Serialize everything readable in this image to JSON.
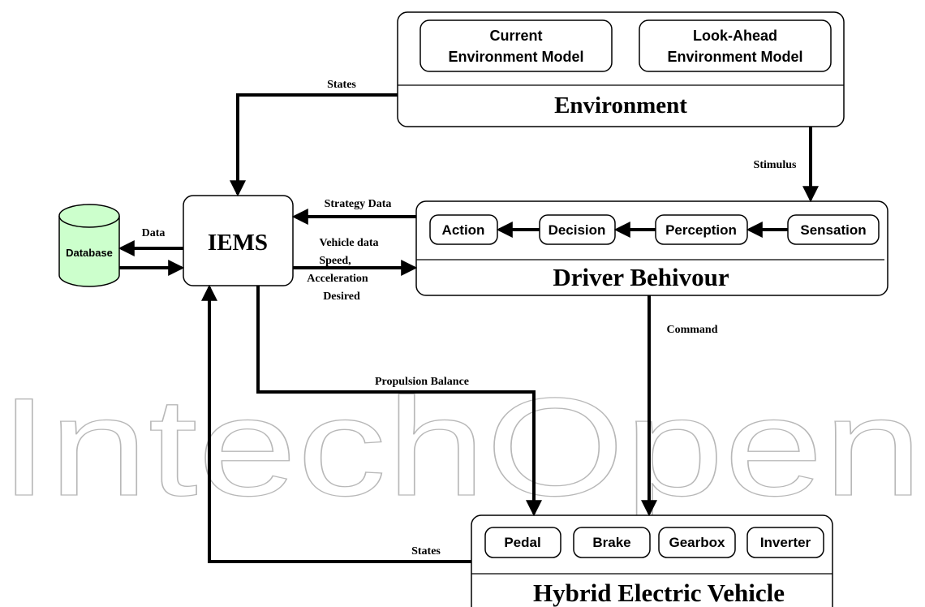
{
  "watermark": "IntechOpen",
  "environment": {
    "title": "Environment",
    "current_model": [
      "Current",
      "Environment Model"
    ],
    "lookahead_model": [
      "Look-Ahead",
      "Environment Model"
    ]
  },
  "driver": {
    "title": "Driver Behivour",
    "steps": [
      "Action",
      "Decision",
      "Perception",
      "Sensation"
    ]
  },
  "hev": {
    "title": "Hybrid Electric Vehicle",
    "parts": [
      "Pedal",
      "Brake",
      "Gearbox",
      "Inverter"
    ]
  },
  "iems": {
    "label": "IEMS"
  },
  "database": {
    "label": "Database"
  },
  "labels": {
    "states_top": "States",
    "stimulus": "Stimulus",
    "strategy_data": "Strategy Data",
    "data": "Data",
    "vehicle_data": [
      "Vehicle data",
      "Speed,",
      "Acceleration",
      "Desired"
    ],
    "command": "Command",
    "propulsion_balance": "Propulsion Balance",
    "states_bottom": "States"
  }
}
